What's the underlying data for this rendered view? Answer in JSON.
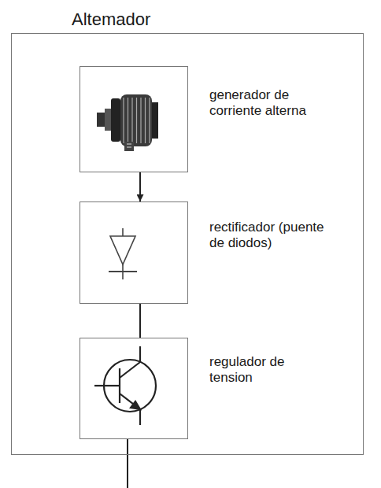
{
  "diagram": {
    "nodes": [
      {
        "text": [
          "Altemador"
        ]
      },
      {
        "text": [
          "generador de corriente alterna"
        ],
        "in": 0
      },
      {
        "text": [
          "rectificador (puente de diodos)"
        ],
        "in": 0
      },
      {
        "text": [
          "regulador de tension"
        ],
        "in": 0
      }
    ],
    "edges": [
      {
        "from": 1,
        "to": 2,
        "arrow": "to"
      },
      {
        "from": 2,
        "to": 3,
        "arrow": "none"
      }
    ]
  }
}
